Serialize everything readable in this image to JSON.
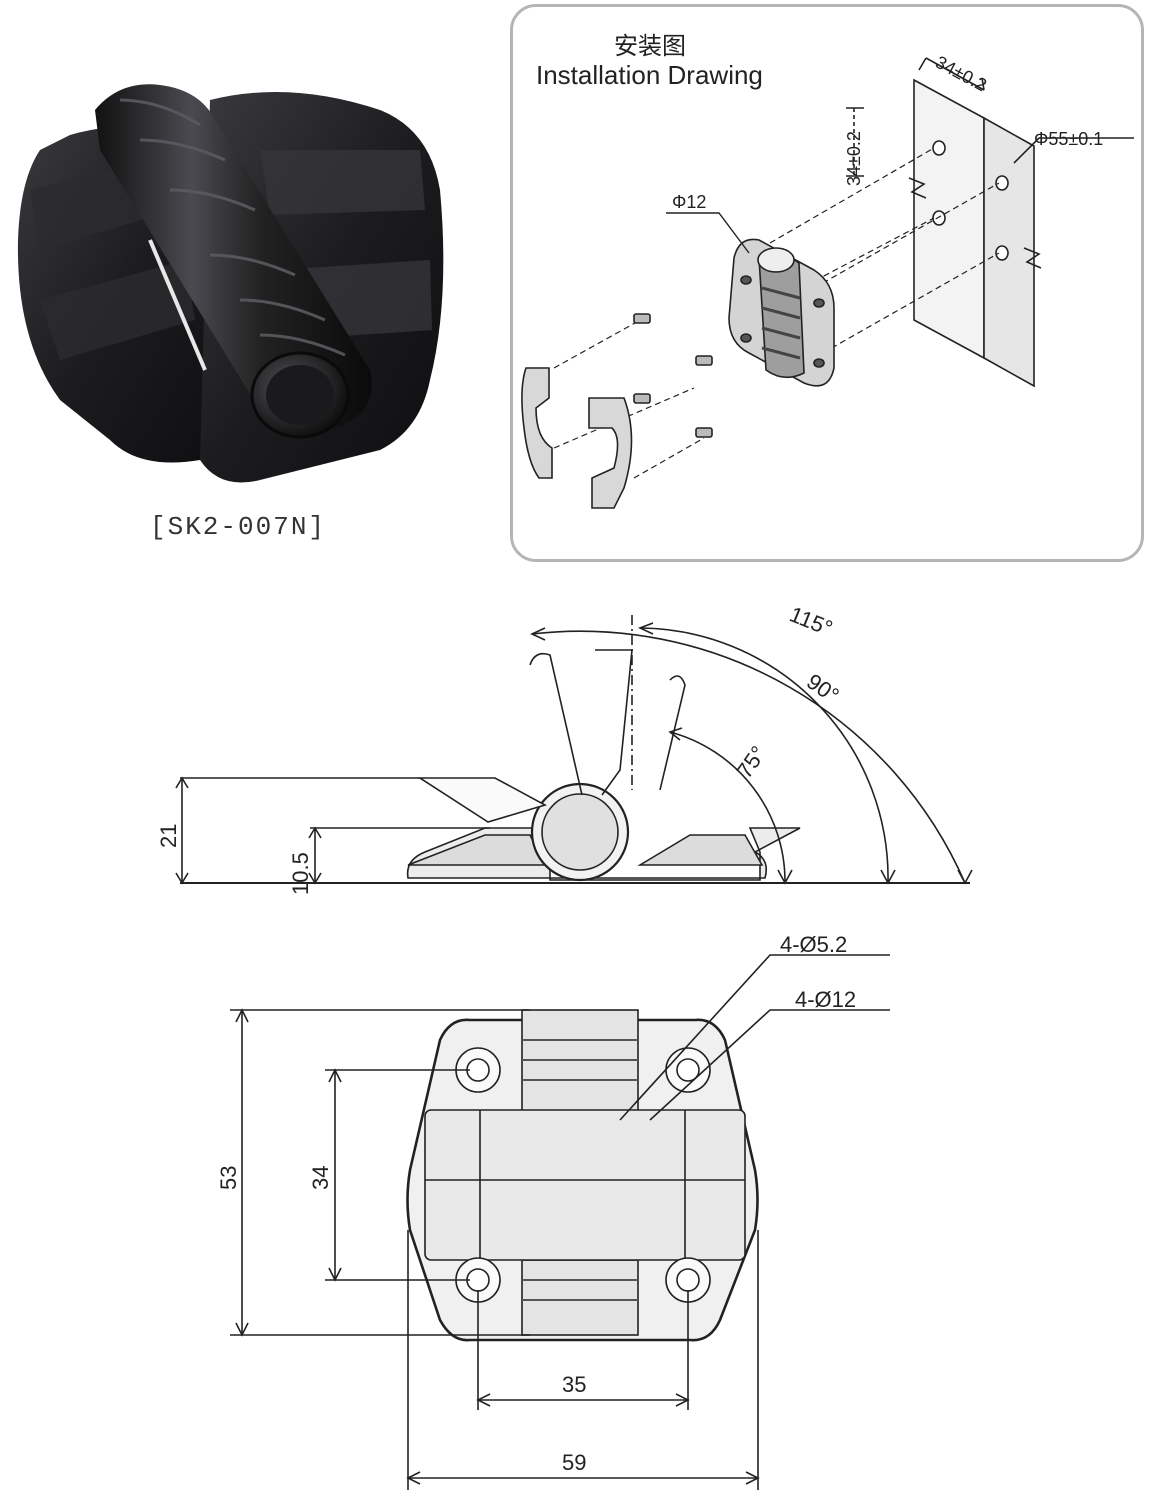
{
  "product": {
    "model_code": "[SK2-007N]",
    "colors": {
      "body": "#1d1d1f",
      "highlight": "#5a5a60",
      "line": "#222222",
      "panel_border": "#b5b5b5"
    }
  },
  "installation": {
    "title_cn": "安装图",
    "title_en": "Installation Drawing",
    "dim_top": "34±0.2",
    "dim_side": "34±0.2",
    "dim_phi_large": "Φ55±0.1",
    "dim_phi_small": "Φ12"
  },
  "side_view": {
    "angle_115": "115°",
    "angle_90": "90°",
    "angle_75": "75°",
    "height_total": "21",
    "height_half": "10.5"
  },
  "top_view": {
    "hole_small": "4-Ø5.2",
    "hole_large": "4-Ø12",
    "height_total": "53",
    "hole_spacing_v": "34",
    "hole_spacing_h": "35",
    "width_total": "59"
  }
}
